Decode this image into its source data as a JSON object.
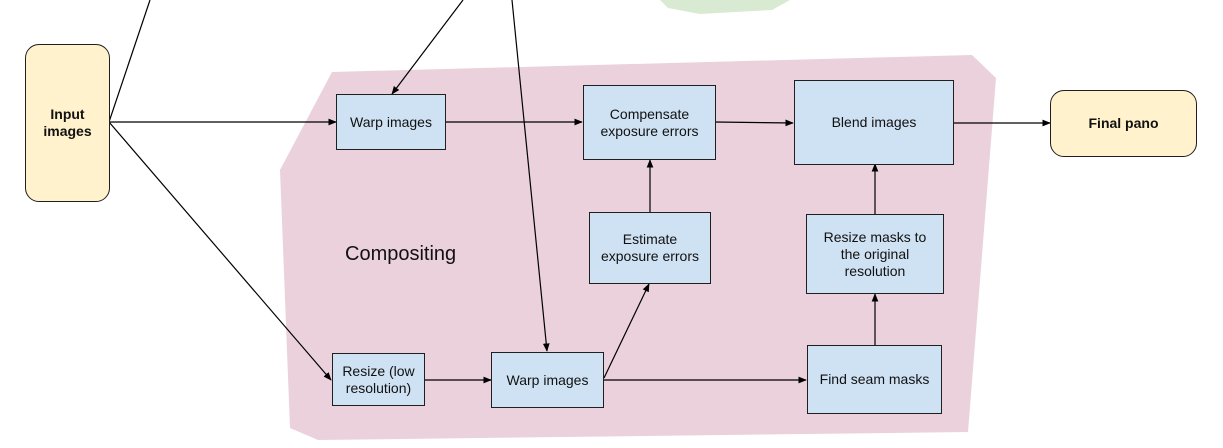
{
  "region": {
    "label": "Compositing"
  },
  "nodes": {
    "input": "Input\nimages",
    "warp_top": "Warp images",
    "compensate": "Compensate\nexposure errors",
    "blend": "Blend images",
    "final": "Final pano",
    "estimate": "Estimate\nexposure errors",
    "resize_masks": "Resize masks to\nthe original\nresolution",
    "resize_low": "Resize (low\nresolution)",
    "warp_bottom": "Warp images",
    "find_seam": "Find seam masks"
  },
  "colors": {
    "region_fill": "#ead1dc",
    "process_fill": "#cfe2f3",
    "io_fill": "#fff2cc",
    "green_blob": "#d9ead3"
  }
}
